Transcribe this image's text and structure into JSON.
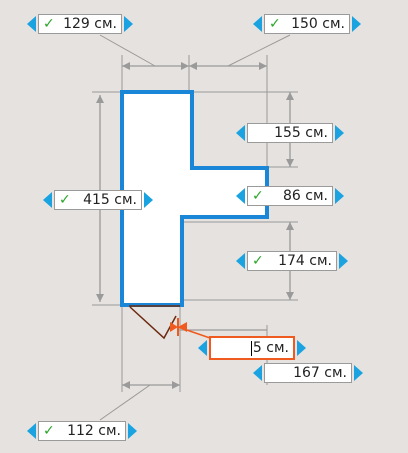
{
  "unit": "см.",
  "dimensions": {
    "top_left": {
      "value": "129",
      "checked": true
    },
    "top_right": {
      "value": "150",
      "checked": true
    },
    "right_upper": {
      "value": "155",
      "checked": false
    },
    "right_mid": {
      "value": "86",
      "checked": true
    },
    "left_height": {
      "value": "415",
      "checked": true
    },
    "right_lower": {
      "value": "174",
      "checked": true
    },
    "corner_edit": {
      "value": "5",
      "checked": false
    },
    "bottom_right": {
      "value": "167",
      "checked": false
    },
    "bottom_left": {
      "value": "112",
      "checked": true
    }
  },
  "icons": {
    "check": "checkmark-icon",
    "arrow_left": "arrow-left-icon",
    "arrow_right": "arrow-right-icon"
  },
  "colors": {
    "background": "#e6e2df",
    "outline": "#1a86d8",
    "check": "#2aa52a",
    "arrow": "#1aa3e0",
    "active": "#f05a1e",
    "corner_line": "#6b2a10",
    "dim_line": "#9a9a9a"
  }
}
